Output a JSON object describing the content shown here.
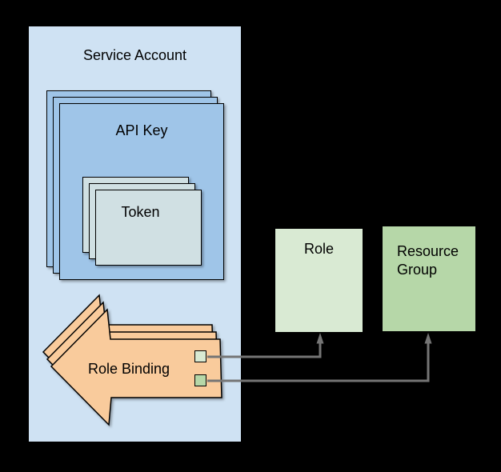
{
  "colors": {
    "background": "#000000",
    "service_account_fill": "#cfe2f3",
    "api_key_fill": "#9fc5e8",
    "token_fill": "#d0e0e3",
    "role_binding_fill": "#f9cb9c",
    "role_fill": "#d9ead3",
    "resource_group_fill": "#b6d7a8",
    "role_port_fill": "#d9ead3",
    "resource_group_port_fill": "#b6d7a8",
    "connector": "#757575",
    "border": "#000000"
  },
  "diagram": {
    "service_account": {
      "label": "Service Account"
    },
    "api_key": {
      "label": "API Key",
      "stack_count": 3
    },
    "token": {
      "label": "Token",
      "stack_count": 3
    },
    "role_binding": {
      "label": "Role Binding",
      "stack_count": 3,
      "ports": [
        {
          "name": "role-port",
          "color": "#d9ead3"
        },
        {
          "name": "resource-group-port",
          "color": "#b6d7a8"
        }
      ]
    },
    "role": {
      "label": "Role"
    },
    "resource_group": {
      "label": "Resource Group"
    },
    "relationships": [
      {
        "from": "role_binding",
        "to": "role"
      },
      {
        "from": "role_binding",
        "to": "resource_group"
      }
    ]
  }
}
